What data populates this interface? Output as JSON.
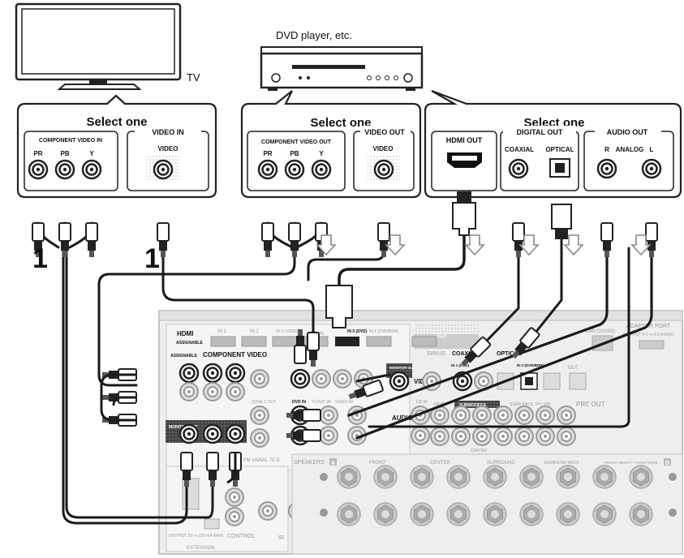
{
  "devices": {
    "tv_label": "TV",
    "player_label": "DVD player, etc."
  },
  "tv_panel": {
    "title": "Select one",
    "component_label": "COMPONENT VIDEO IN",
    "video_in_label": "VIDEO IN",
    "video_label": "VIDEO",
    "jacks": [
      "PR",
      "PB",
      "Y"
    ]
  },
  "player_panel": {
    "title": "Select one",
    "component_label": "COMPONENT VIDEO OUT",
    "video_out_label": "VIDEO OUT",
    "video_label": "VIDEO",
    "jacks": [
      "PR",
      "PB",
      "Y"
    ]
  },
  "audio_panel": {
    "title": "Select one",
    "hdmi_out": "HDMI OUT",
    "digital_out": "DIGITAL OUT",
    "coaxial": "COAXIAL",
    "optical": "OPTICAL",
    "audio_out": "AUDIO OUT",
    "analog": "ANALOG",
    "r": "R",
    "l": "L"
  },
  "step_markers": [
    "1",
    "1"
  ],
  "receiver": {
    "hdmi": "HDMI",
    "assignable": "ASSIGNABLE",
    "component_video": "COMPONENT VIDEO",
    "hdmi_ins": [
      "IN 1",
      "IN 2",
      "IN 3 (VIDEO)",
      "BD IN",
      "IN 5 (DVD)",
      "IN 6 (DVR/BDR)",
      "OUT"
    ],
    "monitor_out": "MONITOR OUT",
    "video": "VIDEO",
    "audio": "AUDIO",
    "dvd_in": "DVD IN",
    "tvsat_in": "TV/SAT IN",
    "video_in": "VIDEO IN",
    "cd_in": "CD IN",
    "zone2_out": "ZONE 2 OUT",
    "front": "FRONT",
    "subwoofer": "SUBWOOFER",
    "surr_back": "SURR BACK",
    "fh_fw": "FH / FW",
    "pre_out": "PRE OUT",
    "center": "CENTER",
    "sirius": "SIRIUS",
    "coaxial": "COAXIAL",
    "optical": "OPTICAL",
    "coax_in": "IN 1 (DVD)",
    "opt_in": "IN 3 (DVR/BDR)",
    "lan": "LAN (10/100)",
    "adapter_port": "ADAPTER PORT",
    "adapter_spec": "(OUTPUT 5 V ⎓ 0.1 A MAX)",
    "speakers": "SPEAKERS",
    "sp_a": "A",
    "sp_b": "B",
    "sp_groups": [
      "FRONT",
      "CENTER",
      "SURROUND",
      "SURROUND BACK",
      "FRONT HEIGHT / FRONT WIDE"
    ],
    "fm_unbal": "FM UNBAL 75 Ω",
    "control": "CONTROL",
    "ir": "IR",
    "extension": "EXTENSION",
    "ext_spec": "(OUTPUT 5V ⎓ 150 mA MAX)",
    "in_label": "IN",
    "out_label": "OUT"
  },
  "colors": {
    "panel_stroke": "#222222",
    "cable": "#1a1a1a",
    "receiver_fill": "#eeeeee",
    "receiver_stroke": "#b0b0b0"
  }
}
